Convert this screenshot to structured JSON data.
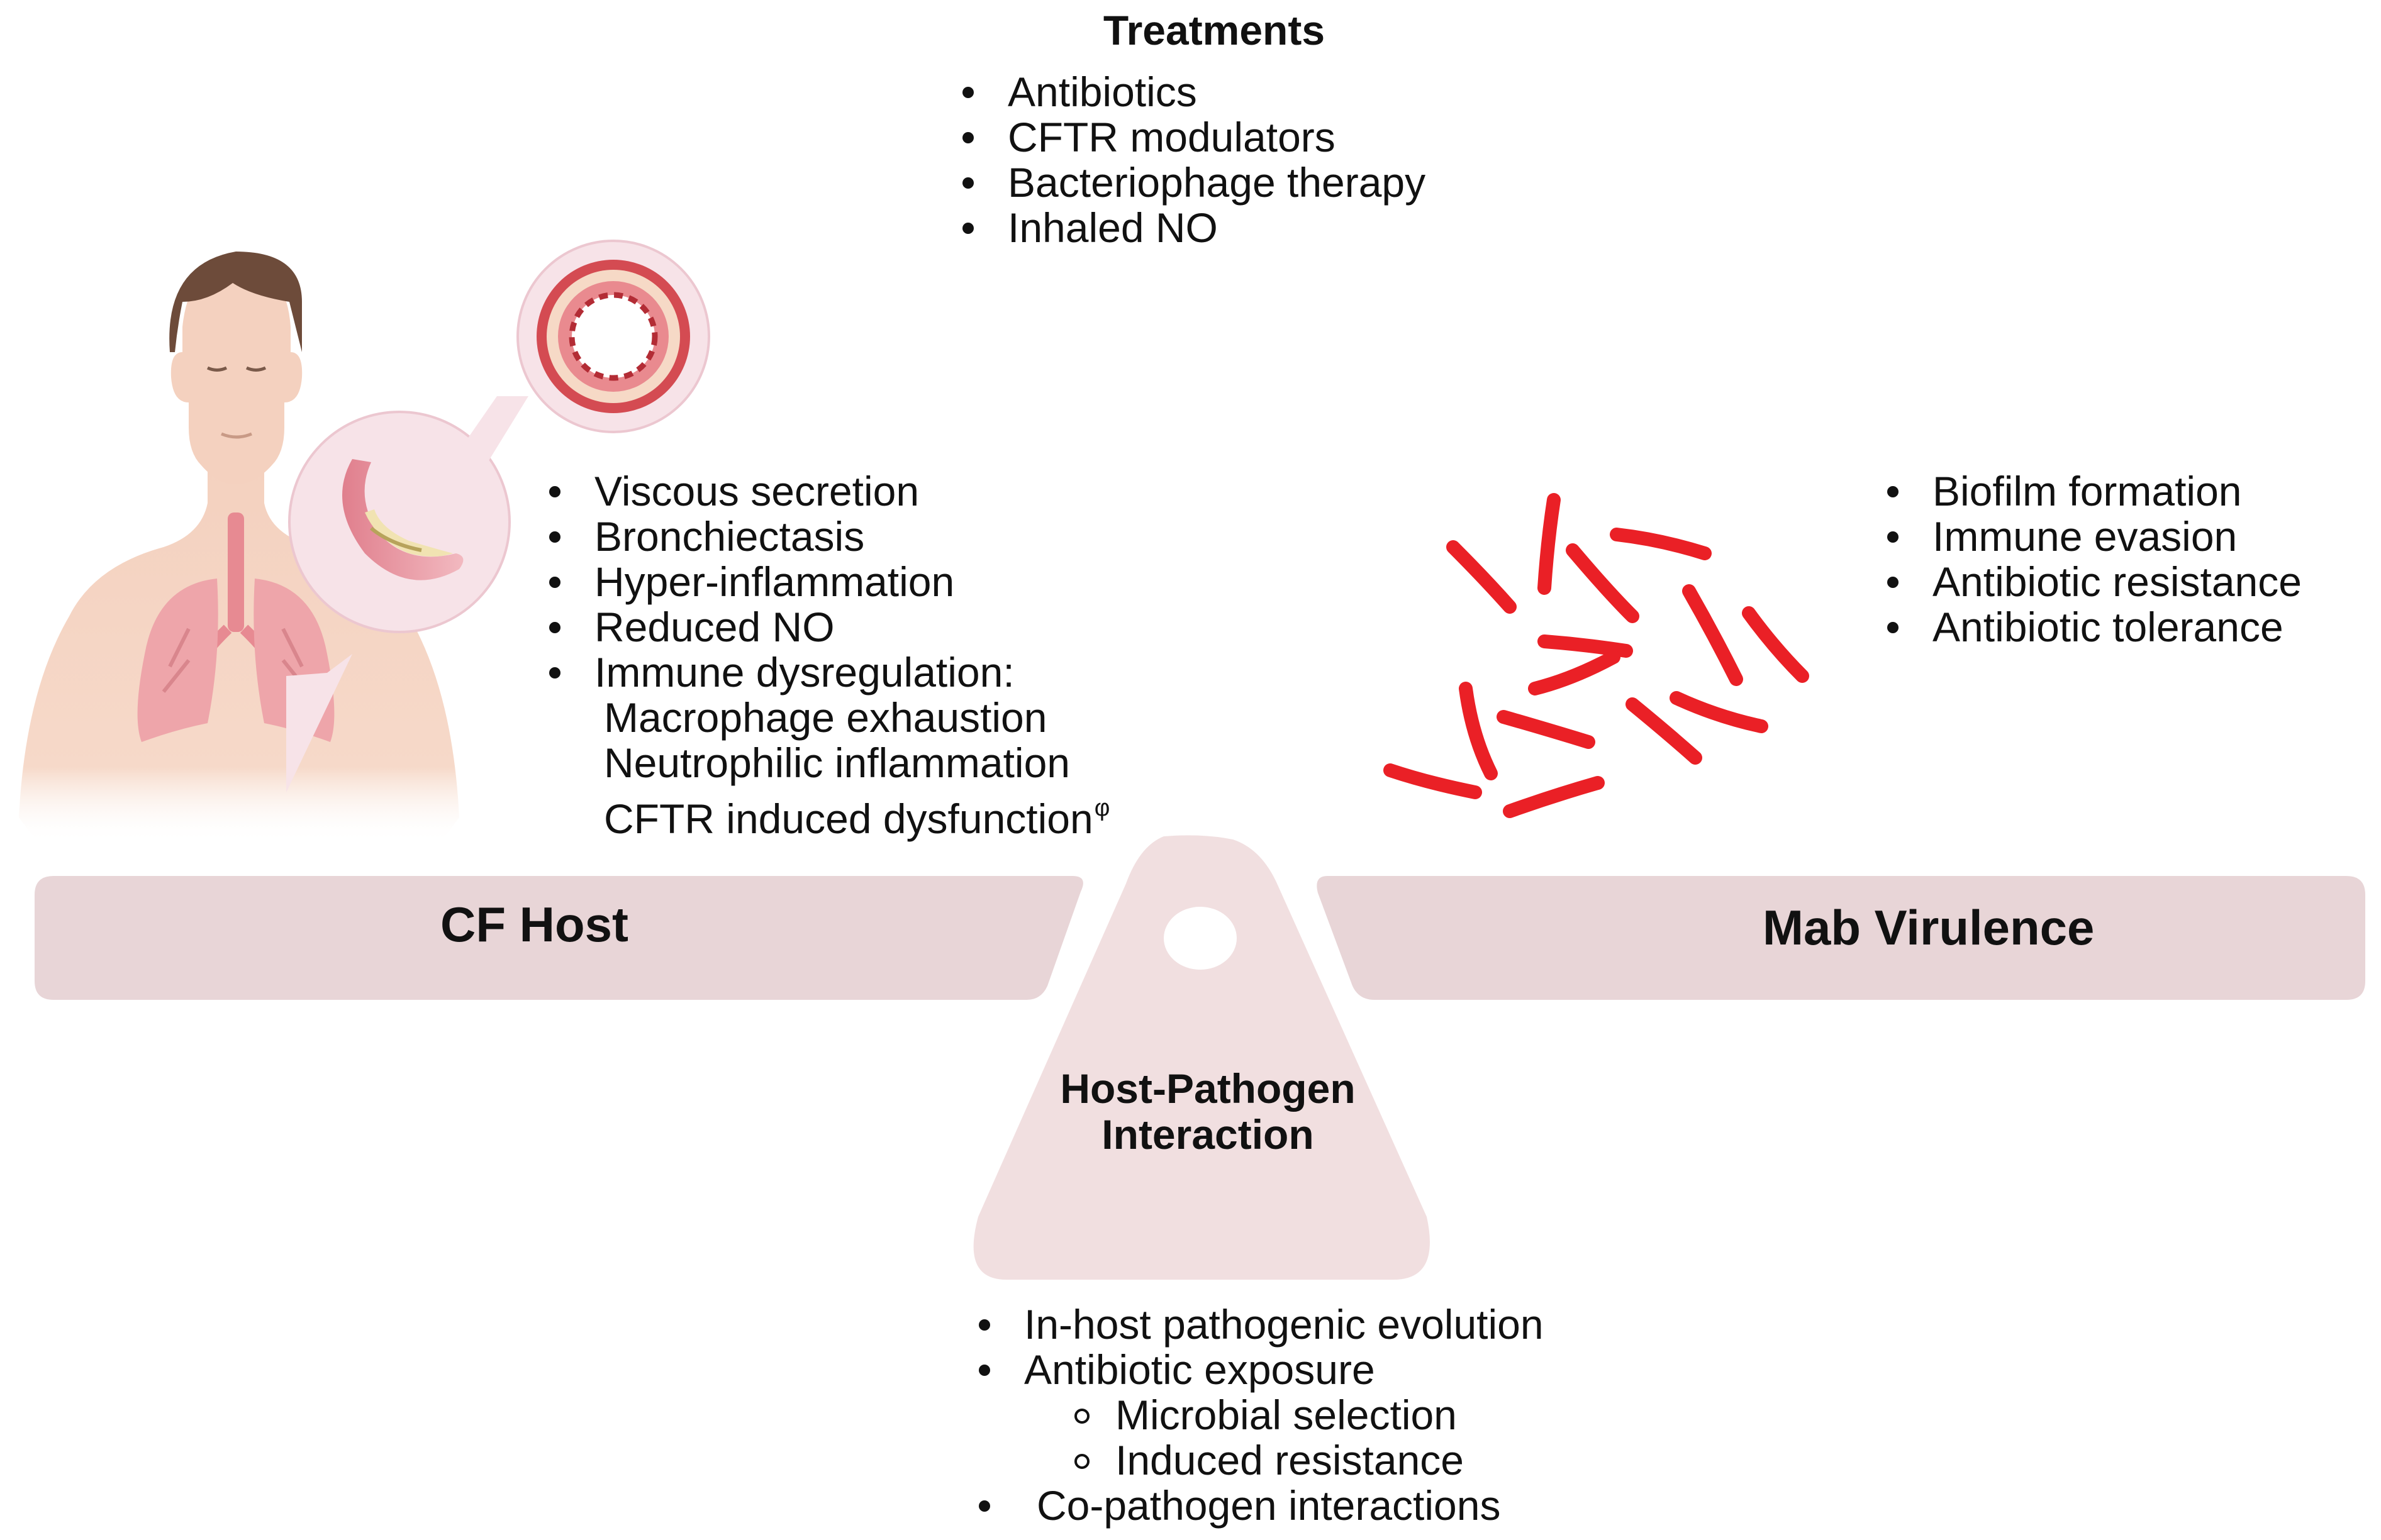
{
  "treatments": {
    "title": "Treatments",
    "items": [
      "Antibiotics",
      "CFTR modulators",
      "Bacteriophage therapy",
      "Inhaled NO"
    ]
  },
  "host": {
    "items": [
      "Viscous secretion",
      "Bronchiectasis",
      "Hyper-inflammation",
      "Reduced NO",
      "Immune dysregulation:"
    ],
    "sub_items": [
      "Macrophage exhaustion",
      "Neutrophilic inflammation",
      "CFTR induced dysfunction"
    ],
    "footnote_symbol": "φ",
    "beam_label": "CF Host"
  },
  "pathogen": {
    "items": [
      "Biofilm formation",
      "Immune evasion",
      "Antibiotic resistance",
      "Antibiotic tolerance"
    ],
    "beam_label": "Mab Virulence"
  },
  "interaction": {
    "label_line1": "Host-Pathogen",
    "label_line2": "Interaction",
    "items": [
      "In-host pathogenic evolution",
      "Antibiotic exposure"
    ],
    "sub_items": [
      "Microbial selection",
      "Induced resistance"
    ],
    "last_item": "Co-pathogen interactions"
  },
  "colors": {
    "beam": "#e8d5d7",
    "fulcrum": "#f1dfe0",
    "bacteria": "#ea2026",
    "skin": "#f4d1bf",
    "hair": "#6d4b3a",
    "lung": "#ea9ea4",
    "bubble": "#f7e3e8"
  }
}
